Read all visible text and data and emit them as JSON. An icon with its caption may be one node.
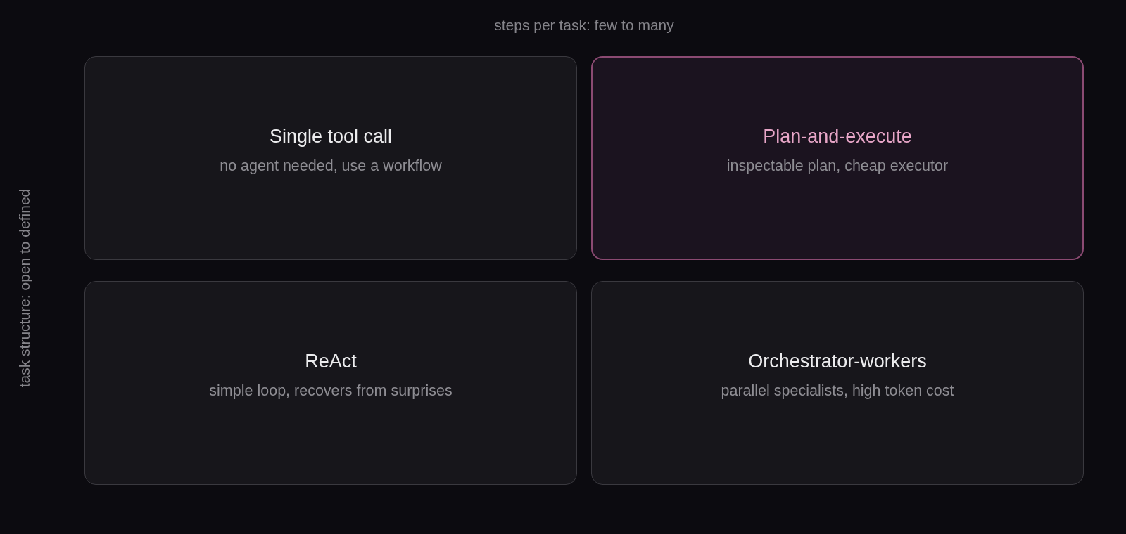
{
  "diagram": {
    "nodes": [
      {
        "text": [
          "Single tool call",
          "no agent needed, use a workflow"
        ]
      },
      {
        "text": [
          "Plan-and-execute",
          "inspectable plan, cheap executor"
        ]
      },
      {
        "text": [
          "ReAct",
          "simple loop, recovers from surprises"
        ]
      },
      {
        "text": [
          "Orchestrator-workers",
          "parallel specialists, high token cost"
        ]
      }
    ],
    "labels": [
      "steps per task: few to many",
      "task structure: open to defined"
    ]
  }
}
